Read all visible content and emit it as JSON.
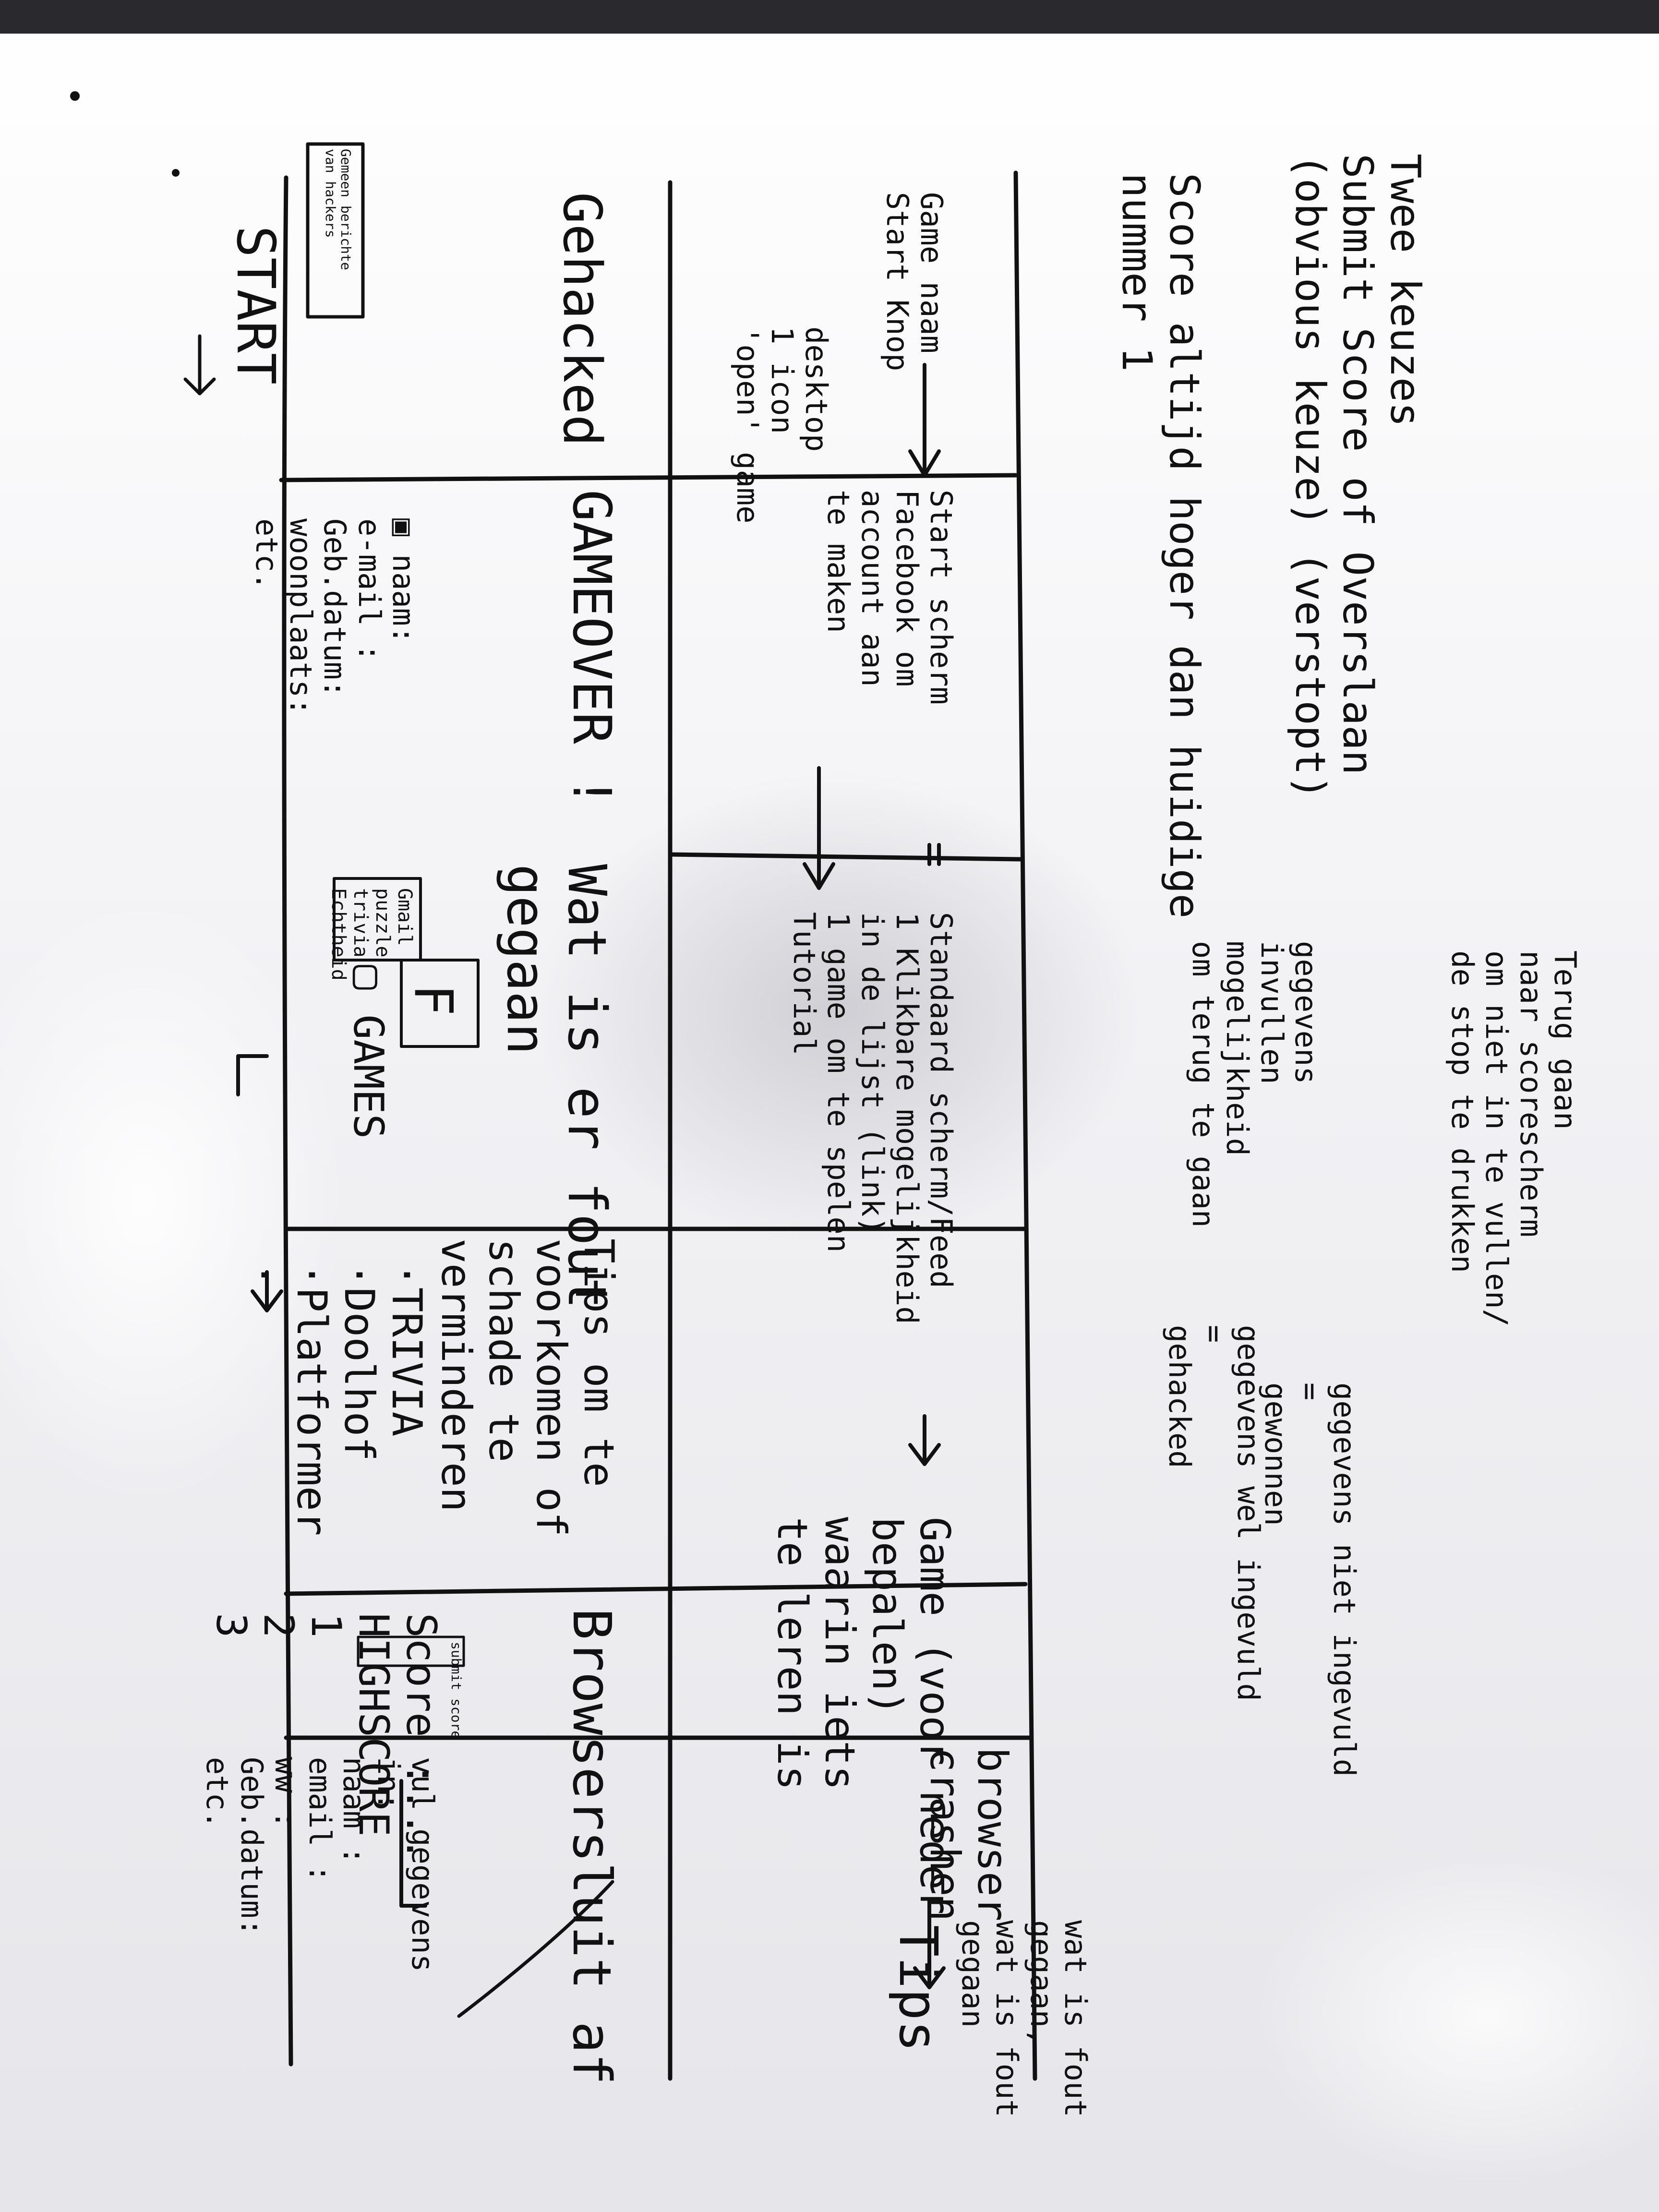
{
  "whiteboard": {
    "top_table": {
      "row_top": [
        "START",
        "▣ naam:\ne-mail :\nGeb.datum:\nwoonplaats:\netc.",
        "Gmail\npuzzle\ntrivia\nEchtheid",
        "▢ GAMES",
        "·TRIVIA\n·Doolhof\n·Platformer\n·",
        "Score :...\nHIGHSCORE\n1\n2\n3",
        "vul gegevens\nin:\nnaam :\nemail :\nww :\nGeb.datum:\netc."
      ],
      "games_box_letter": "F",
      "submit_score_label": "submit score",
      "row_bottom": [
        "Gehacked",
        "GAMEOVER !",
        "Wat is er fout\ngegaan",
        "Tips om te\nvoorkomen of\nschade te\nverminderen",
        "Browsersluit af"
      ],
      "hacked_box_label": "Gemeen berichte\nvan hackers"
    },
    "flow_notes": {
      "start_button": "Game naam\nStart Knop",
      "desktop_icon": "desktop\n1 icon\n'open' game",
      "start_screen": "Start scherm\nFacebook om\naccount aan\nte maken",
      "standard_screen": "Standaard scherm/Feed\n1 Klikbare mogelijkheid\nin de lijst (link)\n1 game om te spelen\nTutorial",
      "game_learn": "Game (voor neder\nbepalen)\nwaarin iets\nte leren is",
      "browser_crash": "browser\ncrashen",
      "tips": "Tips",
      "tips_detail": "wat is fout\ngegaan,\nwat is fout\ngegaan",
      "score_line": "Score altijd hoger dan huidige\nnummer 1",
      "two_choices": "Twee keuzes\nSubmit Score of Overslaan\n(obvious keuze) (verstopt)",
      "fill_data": "gegevens\ninvullen\nmogelijkheid\nom terug te gaan",
      "back_note": "Terug gaan\nnaar scorescherm\nom niet in te vullen/\nde stop te drukken",
      "data_entered": "gegevens wel ingevuld\n=\ngehacked",
      "data_not_entered": "gegevens niet ingevuld\n=\ngewonnen"
    }
  }
}
